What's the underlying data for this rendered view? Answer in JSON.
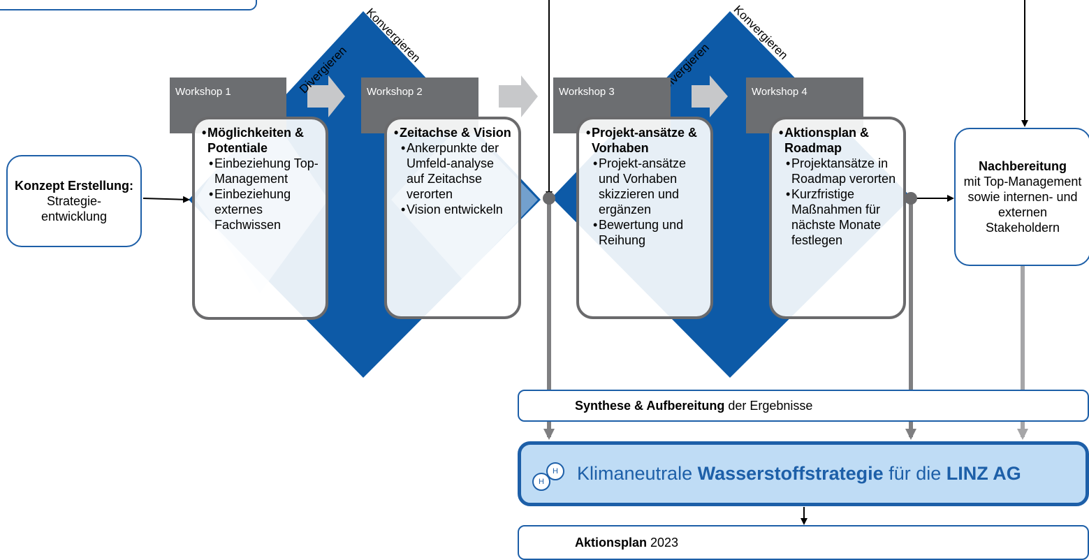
{
  "top_note_box": {},
  "konzept": {
    "title": "Konzept Erstellung:",
    "text": "Strategie-entwicklung"
  },
  "nachbereitung": {
    "title": "Nachbereitung",
    "text": "mit Top-Management sowie internen- und externen Stakeholdern"
  },
  "labels": {
    "divergieren_1": "Divergieren",
    "konvergieren_1": "Konvergieren",
    "divergieren_2": "Divergieren",
    "konvergieren_2": "Konvergieren"
  },
  "workshops": [
    {
      "tab": "Workshop 1",
      "head": "Möglichkeiten & Potentiale",
      "items": [
        "Einbeziehung Top-Management",
        "Einbeziehung externes Fachwissen"
      ]
    },
    {
      "tab": "Workshop 2",
      "head": "Zeitachse & Vision",
      "items": [
        "Ankerpunkte der Umfeld-analyse auf Zeitachse verorten",
        "Vision entwickeln"
      ]
    },
    {
      "tab": "Workshop 3",
      "head": "Projekt-ansätze & Vorhaben",
      "items": [
        "Projekt-ansätze und Vorhaben skizzieren und ergänzen",
        "Bewertung und Reihung"
      ]
    },
    {
      "tab": "Workshop 4",
      "head": "Aktionsplan & Roadmap",
      "items": [
        "Projektansätze in Roadmap verorten",
        "Kurzfristige Maßnahmen für nächste Monate festlegen"
      ]
    }
  ],
  "synthese": {
    "bold": "Synthese & Aufbereitung",
    "rest": " der Ergebnisse"
  },
  "strategy": {
    "pre": "Klimaneutrale ",
    "bold1": "Wasserstoffstrategie",
    "mid": " für die ",
    "bold2": "LINZ AG",
    "h1": "H",
    "h2": "H"
  },
  "aktionsplan": {
    "bold": "Aktionsplan",
    "rest": " 2023"
  },
  "colors": {
    "diamond_blue": "#0d5aa7",
    "border_gray": "#6a6a6c",
    "tab_gray": "#6c6e71",
    "accent_blue": "#1d5fa8",
    "light_blue": "#bfdcf5"
  }
}
